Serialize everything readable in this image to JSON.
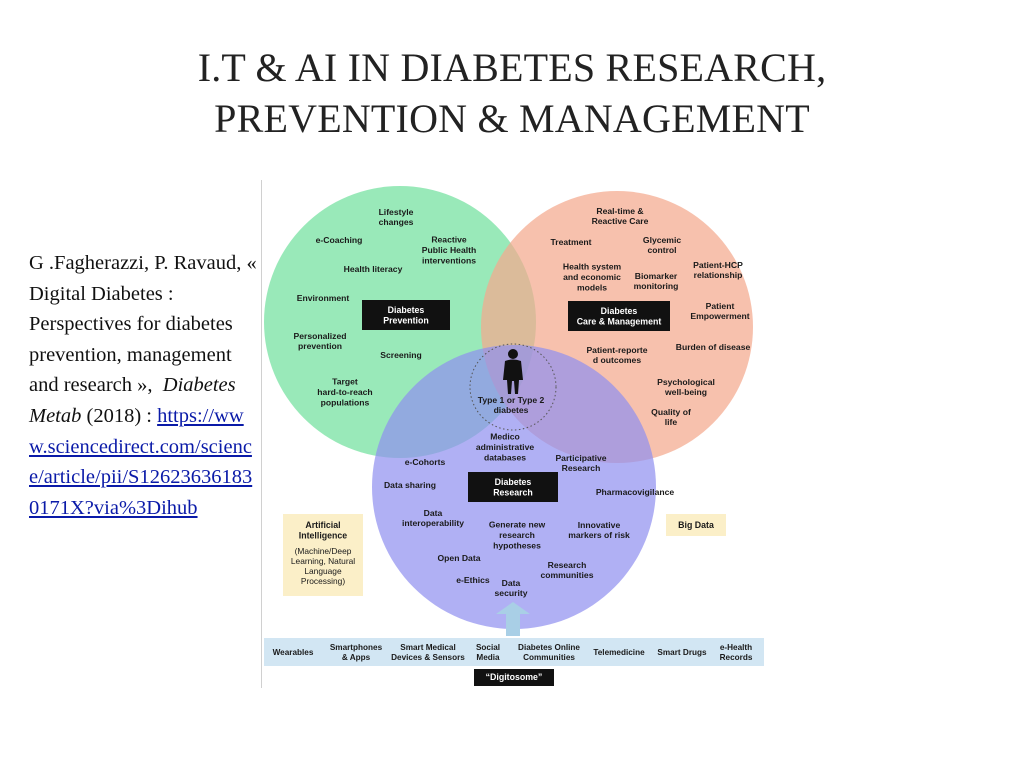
{
  "slide": {
    "title_line1": "I.T & AI IN DIABETES RESEARCH,",
    "title_line2": "PREVENTION & MANAGEMENT"
  },
  "citation": {
    "authors": "G .Fagherazzi, P. Ravaud, « Digital Diabetes : Perspectives for diabetes prevention, management and research »,",
    "journal": "Diabetes Metab",
    "year": "(2018) :",
    "link": "https://www.sciencedirect.com/science/article/pii/S126236361830171X?via%3Dihub"
  },
  "colors": {
    "prevention_circle": "#7fe3a8",
    "care_circle": "#f4a98d",
    "research_circle": "#8f8ff0",
    "dark_label_bg": "#111111",
    "yellow_box": "#fbefc8",
    "digitosome_bar": "#d2e6f3",
    "arrow": "#a9cfe6",
    "link": "#0a1aa8"
  },
  "figure": {
    "prevention_label": [
      "Diabetes",
      "Prevention"
    ],
    "care_label": [
      "Diabetes",
      "Care & Management"
    ],
    "research_label": [
      "Diabetes",
      "Research"
    ],
    "center_label": [
      "Type 1 or Type 2",
      "diabetes"
    ],
    "center_icon": "human-silhouette-icon",
    "prevention_items": [
      [
        "Lifestyle",
        "changes"
      ],
      [
        "e-Coaching"
      ],
      [
        "Reactive",
        "Public Health",
        "interventions"
      ],
      [
        "Health literacy"
      ],
      [
        "Environment"
      ],
      [
        "Personalized",
        "prevention"
      ],
      [
        "Screening"
      ],
      [
        "Target",
        "hard-to-reach",
        "populations"
      ]
    ],
    "care_items": [
      [
        "Real-time &",
        "Reactive Care"
      ],
      [
        "Treatment"
      ],
      [
        "Glycemic",
        "control"
      ],
      [
        "Health system",
        "and economic",
        "models"
      ],
      [
        "Biomarker",
        "monitoring"
      ],
      [
        "Patient-HCP",
        "relationship"
      ],
      [
        "Patient",
        "Empowerment"
      ],
      [
        "Patient-reporte",
        "d outcomes"
      ],
      [
        "Burden of disease"
      ],
      [
        "Psychological",
        "well-being"
      ],
      [
        "Quality of",
        "life"
      ]
    ],
    "research_items": [
      [
        "Medico",
        "administrative",
        "databases"
      ],
      [
        "e-Cohorts"
      ],
      [
        "Participative",
        "Research"
      ],
      [
        "Data sharing"
      ],
      [
        "Pharmacovigilance"
      ],
      [
        "Data",
        "interoperability"
      ],
      [
        "Generate new",
        "research",
        "hypotheses"
      ],
      [
        "Innovative",
        "markers of risk"
      ],
      [
        "Open Data"
      ],
      [
        "Research",
        "communities"
      ],
      [
        "e-Ethics"
      ],
      [
        "Data",
        "security"
      ]
    ],
    "ai_box": [
      "Artificial",
      "Intelligence",
      "(Machine/Deep",
      "Learning, Natural",
      "Language",
      "Processing)"
    ],
    "big_data_box": "Big Data",
    "digitosome_items": [
      [
        "Wearables"
      ],
      [
        "Smartphones",
        "& Apps"
      ],
      [
        "Smart Medical",
        "Devices & Sensors"
      ],
      [
        "Social",
        "Media"
      ],
      [
        "Diabetes Online",
        "Communities"
      ],
      [
        "Telemedicine"
      ],
      [
        "Smart Drugs"
      ],
      [
        "e-Health",
        "Records"
      ]
    ],
    "digitosome_label": "“Digitosome”"
  }
}
